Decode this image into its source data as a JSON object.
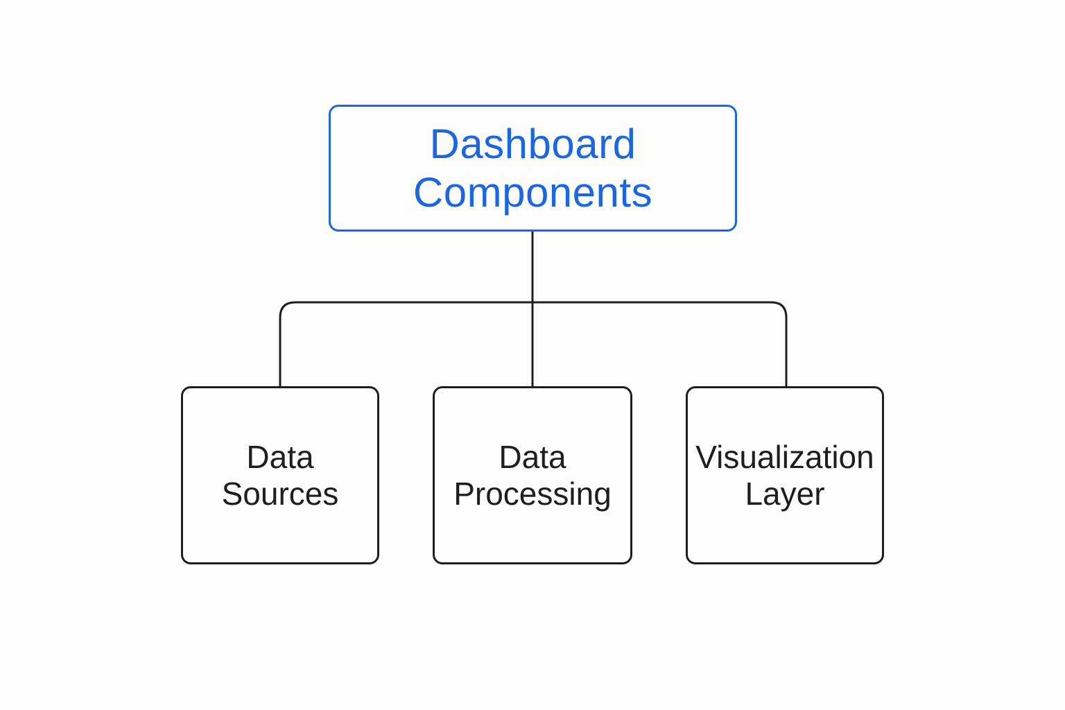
{
  "diagram": {
    "type": "hierarchy",
    "root": {
      "lines": [
        "Dashboard",
        "Components"
      ]
    },
    "children": [
      {
        "lines": [
          "Data",
          "Sources"
        ]
      },
      {
        "lines": [
          "Data",
          "Processing"
        ]
      },
      {
        "lines": [
          "Visualization",
          "Layer"
        ]
      }
    ],
    "colors": {
      "root_accent": "#1a66e5",
      "stroke": "#1e1e1e",
      "background": "#fdfdfb"
    }
  }
}
